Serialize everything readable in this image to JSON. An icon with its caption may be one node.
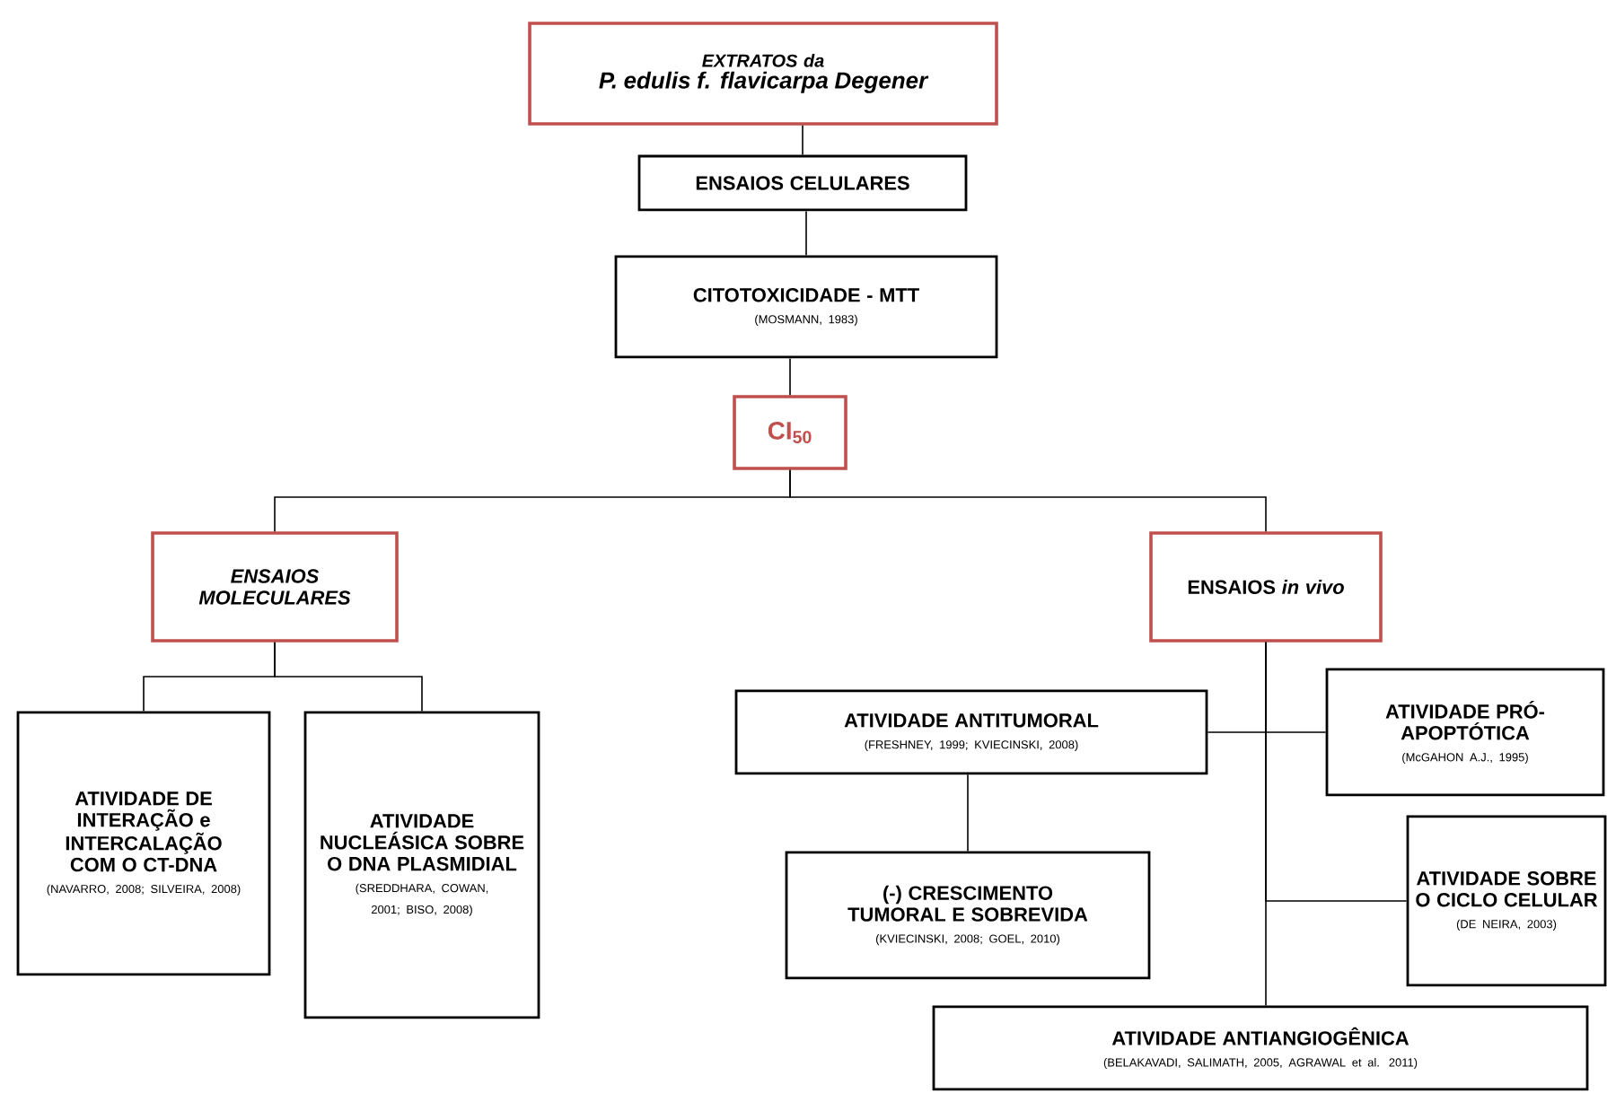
{
  "diagram": {
    "nodes": [
      {
        "text": [
          "EXTRATOS da",
          "P. edulis f. flavicarpa Degener"
        ]
      },
      {
        "text": [
          "ENSAIOS CELULARES"
        ]
      },
      {
        "text": [
          "CITOTOXICIDADE - MTT",
          "(MOSMANN, 1983)"
        ]
      },
      {
        "text": [
          "CI$_{50}$"
        ]
      },
      {
        "text": [
          "ENSAIOS MOLECULARES"
        ]
      },
      {
        "text": [
          "ENSAIOS *in vivo*"
        ]
      },
      {
        "text": [
          "ATIVIDADE DE INTERAÇÃO e INTERCALAÇÃO COM O CT-DNA",
          "(NAVARRO, 2008; SILVEIRA, 2008)"
        ]
      },
      {
        "text": [
          "ATIVIDADE NUCLEÁSICA SOBRE O DNA PLASMIDIAL",
          "(SREDDHARA, COWAN, 2001; BISO, 2008)"
        ]
      },
      {
        "text": [
          "ATIVIDADE ANTITUMORAL",
          "(FRESHNEY, 1999; KVIECINSKI, 2008)"
        ]
      },
      {
        "text": [
          "ATIVIDADE PRÓ-APOPTÓTICA",
          "(McGAHON A.J., 1995)"
        ]
      },
      {
        "text": [
          "(-) CRESCIMENTO TUMORAL E SOBREVIDA",
          "(KVIECINSKI, 2008; GOEL, 2010)"
        ]
      },
      {
        "text": [
          "ATIVIDADE SOBRE O CICLO CELULAR",
          "(DE NEIRA, 2003)"
        ]
      },
      {
        "text": [
          "ATIVIDADE ANTIANGIOGÊNICA",
          "(BELAKAVADI, SALIMATH, 2005, AGRAWAL et al. 2011)"
        ]
      }
    ],
    "edges": [
      {
        "from": 0,
        "to": 1,
        "arrow": "none"
      },
      {
        "from": 1,
        "to": 2,
        "arrow": "none"
      },
      {
        "from": 2,
        "to": 3,
        "arrow": "none"
      },
      {
        "from": 3,
        "to": 4,
        "arrow": "none"
      },
      {
        "from": 3,
        "to": 5,
        "arrow": "none"
      },
      {
        "from": 4,
        "to": 6,
        "arrow": "none"
      },
      {
        "from": 4,
        "to": 7,
        "arrow": "none"
      },
      {
        "from": 5,
        "to": 8,
        "arrow": "none"
      },
      {
        "from": 5,
        "to": 9,
        "arrow": "none"
      },
      {
        "from": 5,
        "to": 11,
        "arrow": "none"
      },
      {
        "from": 5,
        "to": 12,
        "arrow": "none"
      },
      {
        "from": 8,
        "to": 10,
        "arrow": "none"
      }
    ]
  }
}
